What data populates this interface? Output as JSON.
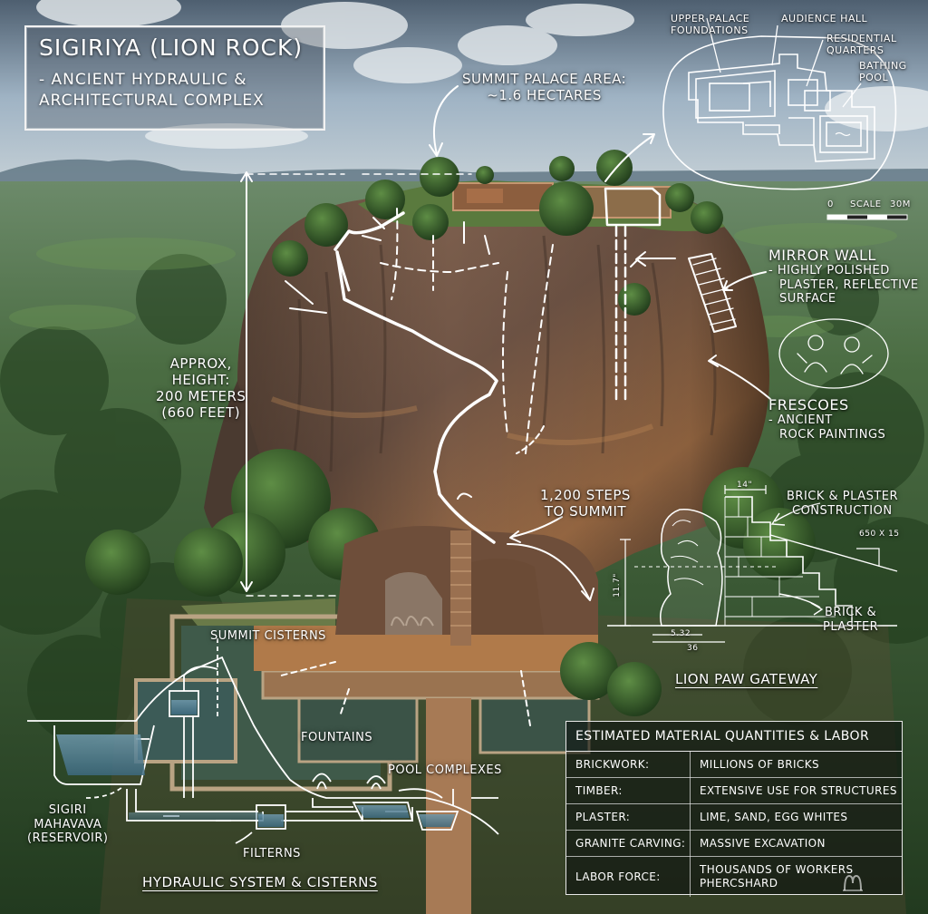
{
  "title": {
    "line1": "SIGIRIYA (LION ROCK)",
    "line2": "- ANCIENT HYDRAULIC &",
    "line3": "ARCHITECTURAL COMPLEX"
  },
  "labels": {
    "summit_area_1": "SUMMIT PALACE AREA:",
    "summit_area_2": "~1.6 HECTARES",
    "upper_palace_1": "UPPER PALACE",
    "upper_palace_2": "FOUNDATIONS",
    "audience_hall": "AUDIENCE HALL",
    "residential_1": "RESIDENTIAL",
    "residential_2": "QUARTERS",
    "bathing_1": "BATHING",
    "bathing_2": "POOL",
    "scale_zero": "0",
    "scale_word": "SCALE",
    "scale_end": "30M",
    "height_1": "APPROX,",
    "height_2": "HEIGHT:",
    "height_3": "200 METERS",
    "height_4": "(660 FEET)",
    "mirror_1": "MIRROR WALL",
    "mirror_2": "- HIGHLY POLISHED",
    "mirror_3": "PLASTER, REFLECTIVE",
    "mirror_4": "SURFACE",
    "frescoes_1": "FRESCOES",
    "frescoes_2": "- ANCIENT",
    "frescoes_3": "ROCK PAINTINGS",
    "steps_1": "1,200 STEPS",
    "steps_2": "TO SUMMIT",
    "brick_construction_1": "BRICK & PLASTER",
    "brick_construction_2": "CONSTRUCTION",
    "brick_plaster_1": "BRICK &",
    "brick_plaster_2": "PLASTER",
    "lion_paw": "LION PAW GATEWAY",
    "summit_cisterns": "SUMMIT CISTERNS",
    "fountains": "FOUNTAINS",
    "pool_complexes": "POOL COMPLEXES",
    "reservoir_1": "SIGIRI",
    "reservoir_2": "MAHAVAVA",
    "reservoir_3": "(RESERVOIR)",
    "filterns": "FILTERNS",
    "hydraulic": "HYDRAULIC SYSTEM & CISTERNS",
    "dim_top": "14\"",
    "dim_right": "650 x 15",
    "dim_bottom_1": "5.32",
    "dim_bottom_2": "36",
    "dim_left": "11.7\""
  },
  "table": {
    "header": "ESTIMATED MATERIAL QUANTITIES & LABOR",
    "rows": [
      {
        "key": "BRICKWORK:",
        "value": "MILLIONS OF BRICKS"
      },
      {
        "key": "TIMBER:",
        "value": "EXTENSIVE USE FOR STRUCTURES"
      },
      {
        "key": "PLASTER:",
        "value": "LIME, SAND, EGG WHITES"
      },
      {
        "key": "GRANITE CARVING:",
        "value": "MASSIVE EXCAVATION"
      },
      {
        "key": "LABOR FORCE:",
        "value": "THOUSANDS OF WORKERS",
        "value2": "PHERCSHARD"
      }
    ]
  },
  "colors": {
    "annotation": "#ffffff",
    "rock": "#7a5a45",
    "forest": "#2f4a2c",
    "water": "#5f8fa3",
    "sky": "#9fb6c8"
  }
}
